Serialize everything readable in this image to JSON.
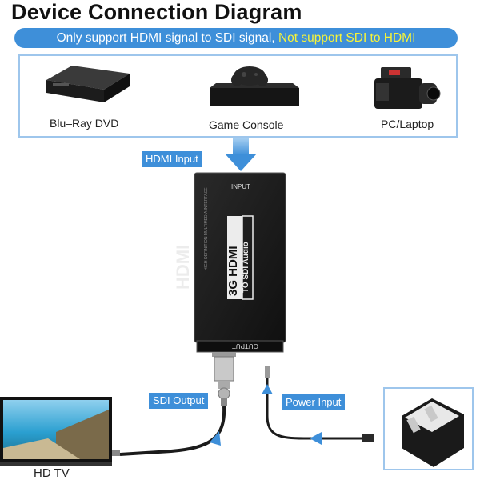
{
  "title": "Device Connection Diagram",
  "banner": {
    "text": "Only support HDMI signal to SDI signal,",
    "highlight": "Not support SDI to HDMI"
  },
  "sources": {
    "bluray": "Blu–Ray DVD",
    "console": "Game Console",
    "pc": "PC/Laptop"
  },
  "labels": {
    "hdmi_input": "HDMI Input",
    "sdi_output": "SDI Output",
    "power_input": "Power Input",
    "hd_tv": "HD TV"
  },
  "converter": {
    "input_port": "INPUT",
    "output_port": "OUTPUT",
    "hdmi_logo": "HDMI",
    "product_big": "3G HDMI",
    "product_small": "TO SDI Audio",
    "tagline": "HIGH-DEFINITION MULTIMEDIA INTERFACE"
  },
  "colors": {
    "accent_blue": "#3e8fd9",
    "highlight_yellow": "#f6f33a",
    "frame_blue": "#9ec6ec"
  }
}
